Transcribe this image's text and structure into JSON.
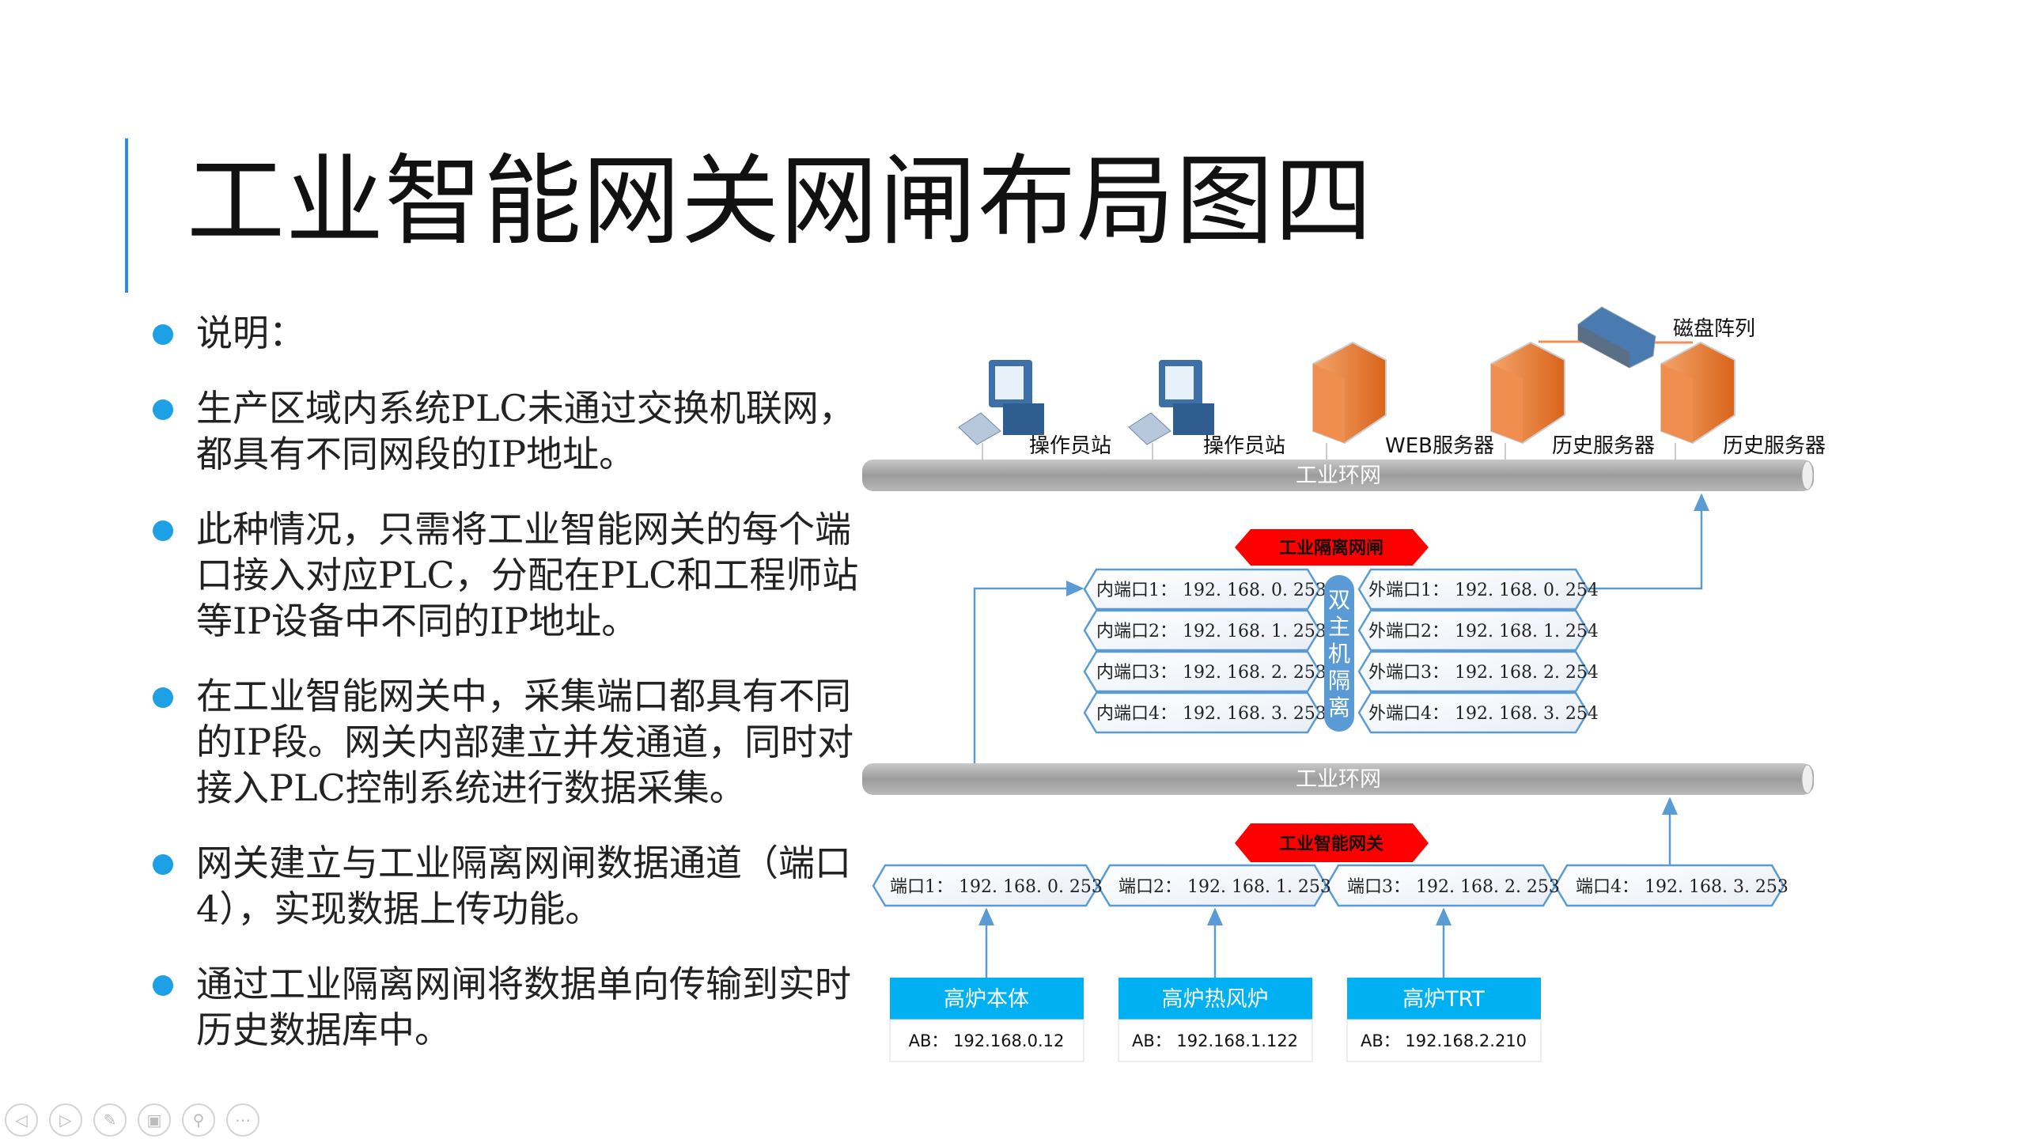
{
  "slide": {
    "title": "工业智能网关网闸布局图四",
    "bullets": [
      "说明：",
      "生产区域内系统PLC未通过交换机联网，都具有不同网段的IP地址。",
      "此种情况，只需将工业智能网关的每个端口接入对应PLC，分配在PLC和工程师站等IP设备中不同的IP地址。",
      "在工业智能网关中，采集端口都具有不同的IP段。网关内部建立并发通道，同时对接入PLC控制系统进行数据采集。",
      "网关建立与工业隔离网闸数据通道（端口4），实现数据上传功能。",
      "通过工业隔离网闸将数据单向传输到实时历史数据库中。"
    ]
  },
  "diagram": {
    "devices": [
      "操作员站",
      "操作员站",
      "WEB服务器",
      "历史服务器",
      "历史服务器"
    ],
    "disk_array": "磁盘阵列",
    "ring_top": "工业环网",
    "ring_bottom": "工业环网",
    "isolation_gate": "工业隔离网闸",
    "dual_host": [
      "双",
      "主",
      "机",
      "隔",
      "离"
    ],
    "inner_ports": [
      "内端口1：  192. 168. 0. 253",
      "内端口2：  192. 168. 1. 253",
      "内端口3：  192. 168. 2. 253",
      "内端口4：  192. 168. 3. 253"
    ],
    "outer_ports": [
      "外端口1：  192. 168. 0. 254",
      "外端口2：  192. 168. 1. 254",
      "外端口3：  192. 168. 2. 254",
      "外端口4：  192. 168. 3. 254"
    ],
    "gateway": "工业智能网关",
    "gateway_ports": [
      "端口1：  192. 168. 0. 253",
      "端口2：  192. 168. 1. 253",
      "端口3：  192. 168. 2. 253",
      "端口4：  192. 168. 3. 253"
    ],
    "plcs": [
      {
        "name": "高炉本体",
        "ip": "AB：  192.168.0.12"
      },
      {
        "name": "高炉热风炉",
        "ip": "AB：  192.168.1.122"
      },
      {
        "name": "高炉TRT",
        "ip": "AB：  192.168.2.210"
      }
    ]
  },
  "toolbar": [
    "previous-icon",
    "next-icon",
    "pen-icon",
    "slides-icon",
    "zoom-icon",
    "more-icon"
  ],
  "colors": {
    "accent": "#1ea0e6",
    "red": "#ff0000",
    "plc": "#00b0f0",
    "line": "#5b9bd5"
  }
}
